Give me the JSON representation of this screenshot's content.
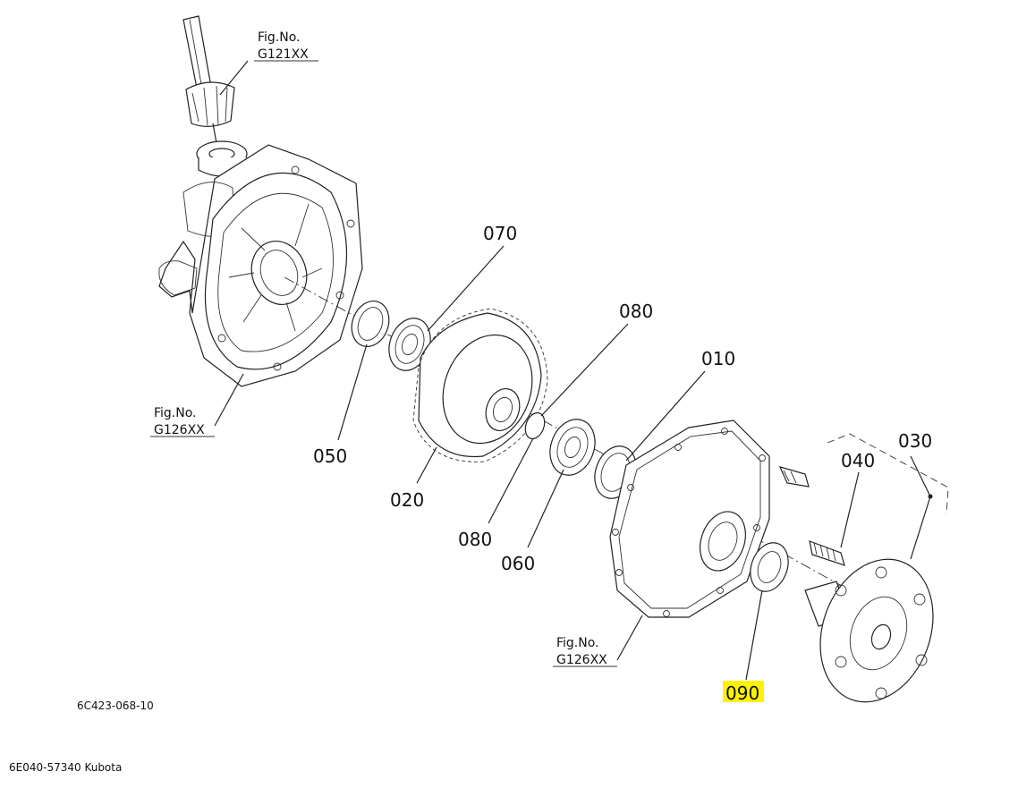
{
  "labels": {
    "p070": "070",
    "p080_top": "080",
    "p010": "010",
    "p030": "030",
    "p040": "040",
    "p050": "050",
    "p020": "020",
    "p080_bottom": "080",
    "p060": "060",
    "p090": "090"
  },
  "fig_refs": {
    "top": {
      "line1": "Fig.No.",
      "line2": "G121XX"
    },
    "left": {
      "line1": "Fig.No.",
      "line2": "G126XX"
    },
    "bottom": {
      "line1": "Fig.No.",
      "line2": "G126XX"
    }
  },
  "diagram_code": "6C423-068-10",
  "footer": "6E040-57340 Kubota",
  "highlight_color": "#fff200"
}
